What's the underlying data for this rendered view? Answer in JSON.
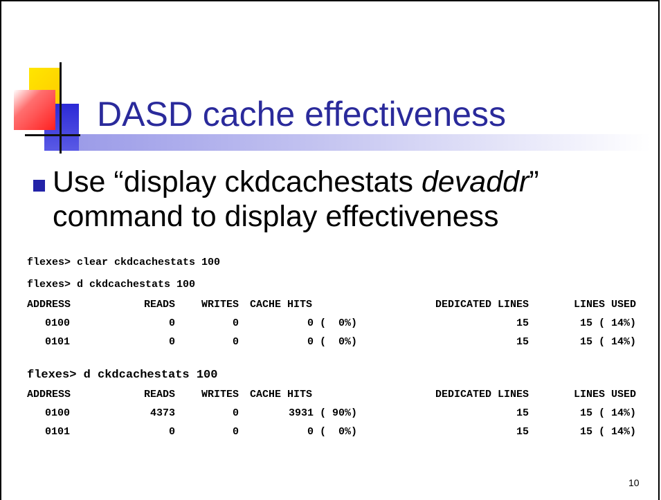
{
  "slide": {
    "title": "DASD cache effectiveness",
    "bullet": {
      "prefix": "Use “display ckdcachestats ",
      "arg": "devaddr",
      "suffix": "” command to display effectiveness"
    },
    "commands": [
      "flexes> clear ckdcachestats 100",
      "flexes> d ckdcachestats 100",
      "flexes> d ckdcachestats 100"
    ],
    "table1": {
      "headers": [
        "ADDRESS",
        "READS",
        "WRITES",
        "CACHE HITS",
        "DEDICATED LINES",
        "LINES USED"
      ],
      "rows": [
        [
          "0100",
          "0",
          "0",
          "0 (  0%)",
          "15",
          "15 ( 14%)"
        ],
        [
          "0101",
          "0",
          "0",
          "0 (  0%)",
          "15",
          "15 ( 14%)"
        ]
      ]
    },
    "table2": {
      "headers": [
        "ADDRESS",
        "READS",
        "WRITES",
        "CACHE HITS",
        "DEDICATED LINES",
        "LINES USED"
      ],
      "rows": [
        [
          "0100",
          "4373",
          "0",
          "3931 ( 90%)",
          "15",
          "15 ( 14%)"
        ],
        [
          "0101",
          "0",
          "0",
          "0 (  0%)",
          "15",
          "15 ( 14%)"
        ]
      ]
    },
    "page_number": "10"
  },
  "colors": {
    "title": "#2a2a9b",
    "bullet": "#2323a8",
    "ornament_yellow": "#ffcc00",
    "ornament_red": "#ff2020",
    "ornament_blue": "#2c2ad6"
  }
}
